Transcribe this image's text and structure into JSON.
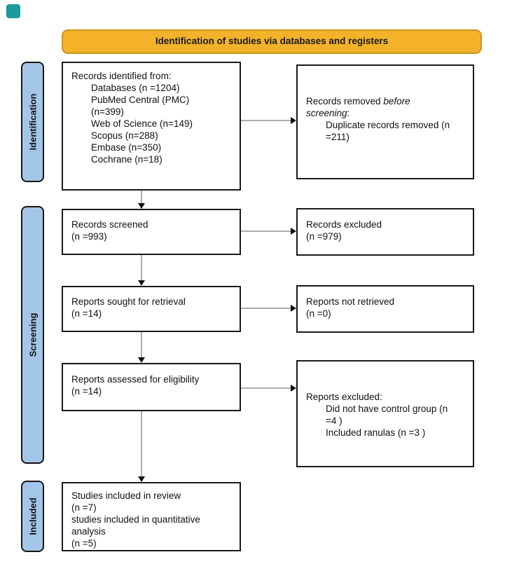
{
  "banner": {
    "label": "Identification of studies via databases and registers"
  },
  "stages": {
    "identification": "Identification",
    "screening": "Screening",
    "included": "Included"
  },
  "boxes": {
    "identified": {
      "lines": [
        "Records identified from:",
        "Databases (n =1204)",
        "PubMed Central (PMC)",
        "(n=399)",
        "Web of Science (n=149)",
        "Scopus (n=288)",
        "Embase (n=350)",
        "Cochrane (n=18)"
      ]
    },
    "removed": {
      "head_normal": "Records removed ",
      "head_italic": "before",
      "head2_italic": "screening",
      "head2_normal": ":",
      "lines": [
        "Duplicate records removed (n",
        "=211)"
      ]
    },
    "screened": {
      "lines": [
        "Records screened",
        "(n =993)"
      ]
    },
    "records_excluded": {
      "lines": [
        "Records excluded",
        "(n =979)"
      ]
    },
    "sought": {
      "lines": [
        "Reports sought for retrieval",
        "(n =14)"
      ]
    },
    "not_retrieved": {
      "lines": [
        "Reports not retrieved",
        "(n =0)"
      ]
    },
    "assessed": {
      "lines": [
        "Reports assessed for eligibility",
        "(n =14)"
      ]
    },
    "reports_excluded": {
      "title": "Reports excluded:",
      "lines": [
        "Did not have control group (n",
        "=4 )",
        "Included ranulas (n =3 )"
      ]
    },
    "included_final": {
      "lines": [
        "Studies included in review",
        "(n =7)",
        "studies included in quantitative",
        "analysis",
        "(n =5)"
      ]
    }
  },
  "colors": {
    "banner_fill": "#F3B229",
    "banner_border": "#C9951E",
    "banner_text": "#1A1A1A",
    "stage_fill": "#A3C6E8",
    "stage_border": "#151515",
    "box_fill": "#FFFFFF",
    "box_border": "#1A1A1A",
    "line_color": "#595959",
    "arrow_color": "#111111",
    "marker": "#1D9A9A"
  }
}
